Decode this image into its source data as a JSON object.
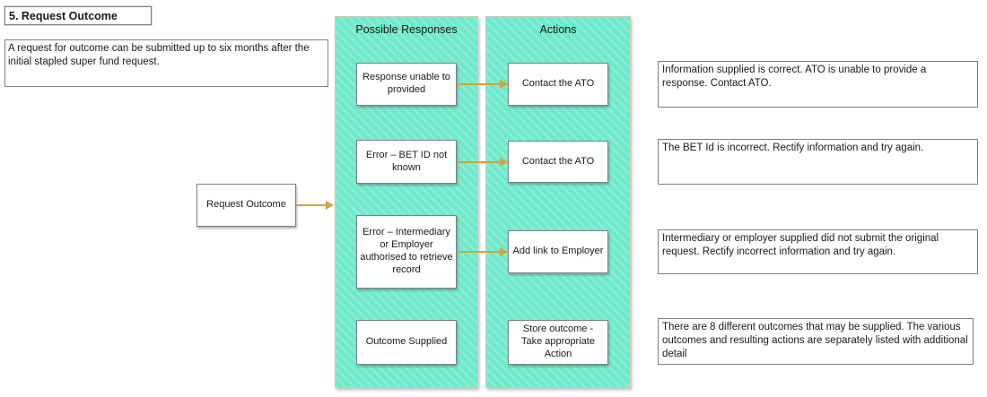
{
  "title": "5. Request Outcome",
  "description": "A request for outcome can be submitted up to six months after the initial stapled super fund request.",
  "source_node": {
    "label": "Request Outcome"
  },
  "columns": {
    "responses_header": "Possible Responses",
    "actions_header": "Actions"
  },
  "rows": [
    {
      "response": "Response unable to provided",
      "action": "Contact the ATO",
      "note": "Information supplied is correct. ATO is unable to provide a response. Contact ATO.",
      "has_arrow": true
    },
    {
      "response": "Error – BET ID not known",
      "action": "Contact the ATO",
      "note": "The BET Id is incorrect. Rectify information and try again.",
      "has_arrow": true
    },
    {
      "response": "Error – Intermediary or Employer authorised to retrieve record",
      "action": "Add link to Employer",
      "note": "Intermediary or employer supplied did not submit the original request. Rectify incorrect information and try again.",
      "has_arrow": true
    },
    {
      "response": "Outcome Supplied",
      "action": "Store outcome - Take appropriate Action",
      "note": "There are 8 different outcomes that may be supplied. The various outcomes and resulting actions are separately listed with additional detail",
      "has_arrow": false
    }
  ],
  "colors": {
    "panel_fill": "#6FE9CB",
    "panel_stripe": "#8BEDD7",
    "panel_border": "#CFCBB4",
    "arrow": "#CDA440",
    "box_border": "#7F7F7F",
    "text": "#1A1A1A"
  }
}
